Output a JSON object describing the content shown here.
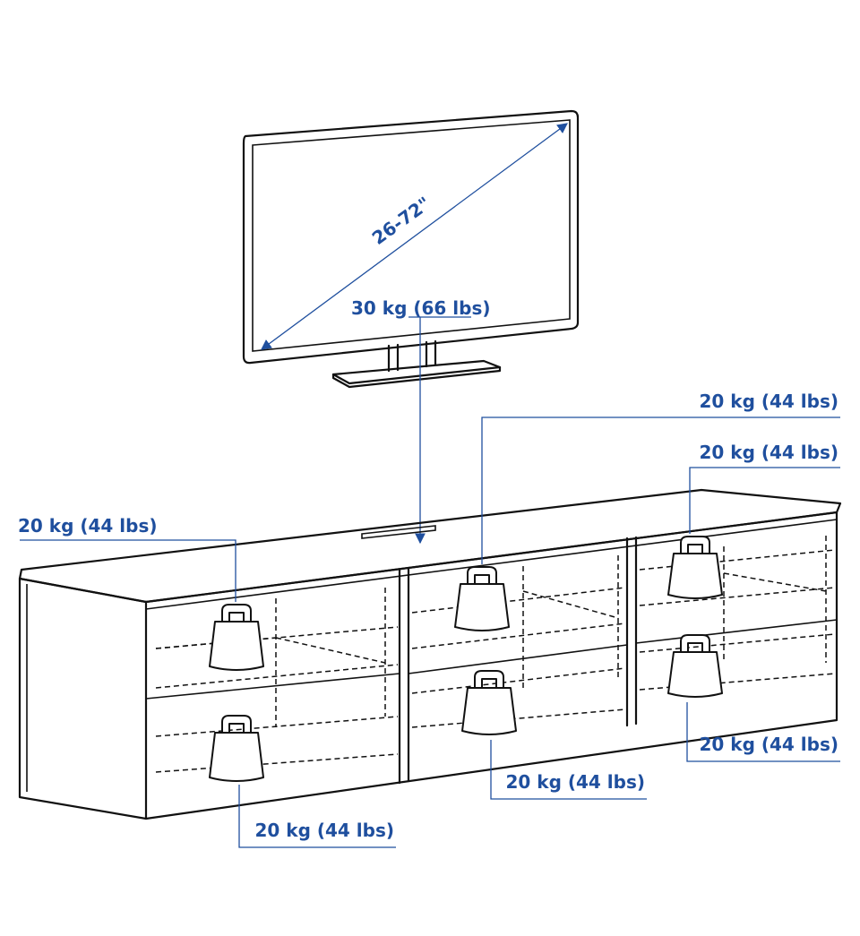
{
  "colors": {
    "accent": "#1f4f9e",
    "line": "#111111"
  },
  "tv": {
    "diagonal": "26-72\"",
    "weight": "30 kg (66 lbs)"
  },
  "labels": {
    "center_upper": "20 kg (44 lbs)",
    "right_upper": "20 kg (44 lbs)",
    "left_upper": "20 kg (44 lbs)",
    "right_lower": "20 kg (44 lbs)",
    "center_lower": "20 kg (44 lbs)",
    "left_lower": "20 kg (44 lbs)"
  }
}
